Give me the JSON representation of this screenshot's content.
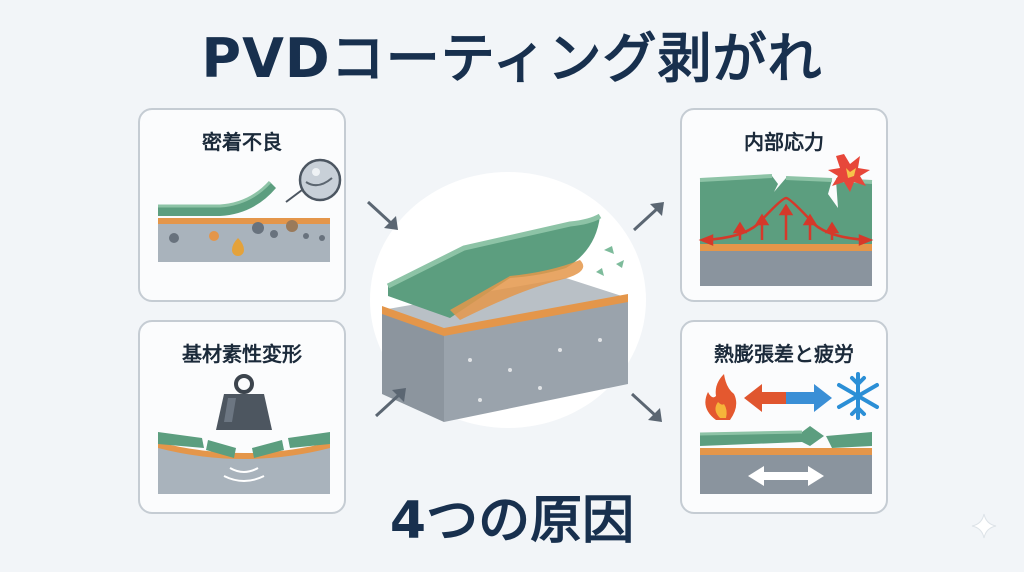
{
  "title": "PVDコーティング剥がれ",
  "subtitle": "4つの原因",
  "panels": {
    "adhesion": {
      "label": "密着不良",
      "icon": "particle-magnifier-icon"
    },
    "deformation": {
      "label": "基材素性変形",
      "icon": "weight-icon"
    },
    "stress": {
      "label": "内部応力",
      "icon": "burst-icon"
    },
    "thermal": {
      "label": "熱膨張差と疲労",
      "icon": "flame-snowflake-icon"
    }
  },
  "colors": {
    "coating": "#5c9e7f",
    "coating_top": "#8dc3a6",
    "interface": "#e4964a",
    "substrate": "#a9b3bc",
    "title": "#18304e",
    "stress_red": "#d5392a",
    "cold_blue": "#2b8fd6"
  }
}
